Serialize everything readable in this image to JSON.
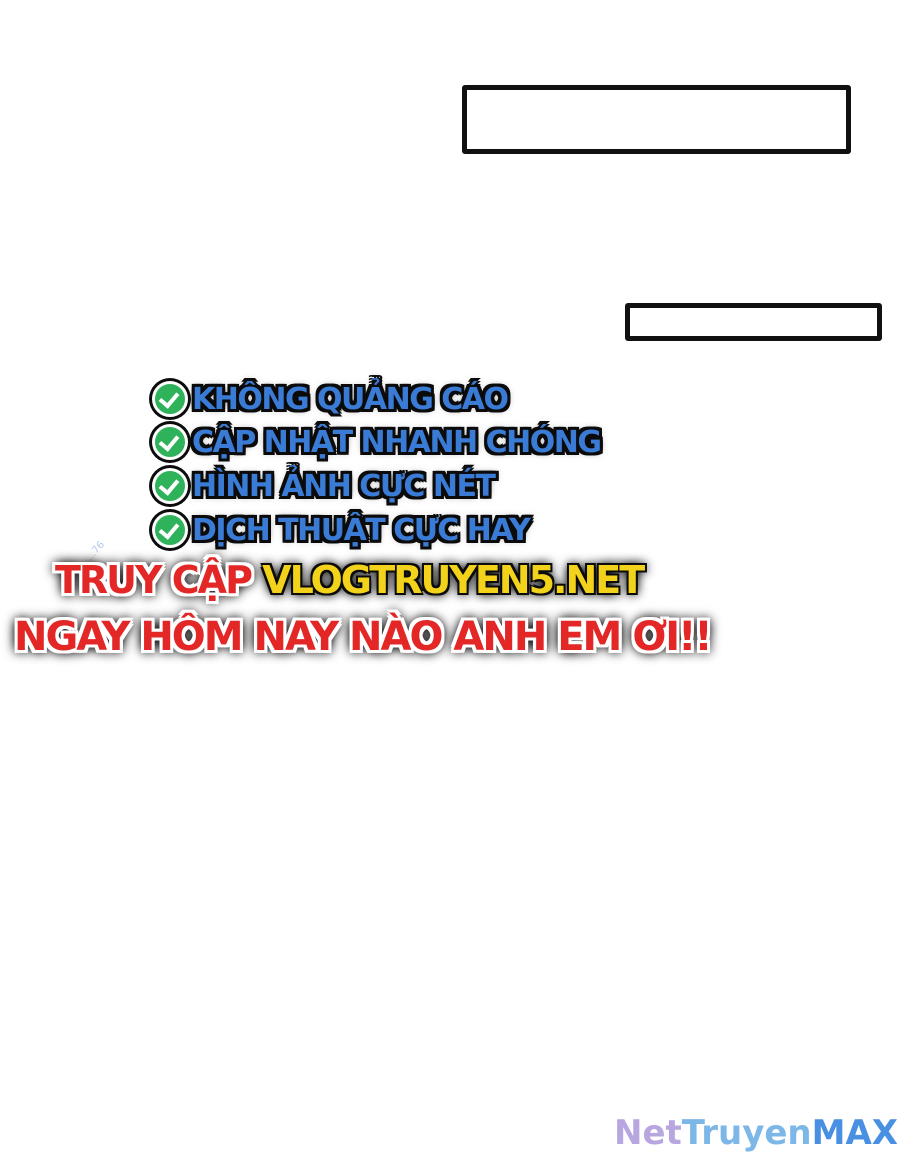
{
  "speech_bubbles": [
    {
      "text": ""
    },
    {
      "text": ""
    }
  ],
  "promo": {
    "features": [
      {
        "icon": "check-circle-icon",
        "label": "KHÔNG QUẢNG CÁO"
      },
      {
        "icon": "check-circle-icon",
        "label": "CẬP NHẬT NHANH CHÓNG"
      },
      {
        "icon": "check-circle-icon",
        "label": "HÌNH ẢNH CỰC NÉT"
      },
      {
        "icon": "check-circle-icon",
        "label": "DỊCH THUẬT CỰC HAY"
      }
    ],
    "cta_prefix": "TRUY CẬP",
    "cta_site": "VLOGTRUYEN5.NET",
    "cta_line2": "NGAY HÔM NAY NÀO ANH EM ƠI!!",
    "side_watermark": "...76",
    "colors": {
      "feature_text": "#3a7bd5",
      "check_green": "#2fb35a",
      "cta_red": "#e32626",
      "cta_yellow": "#f2d21b"
    }
  },
  "watermark": {
    "part1": "Net",
    "part2": "Truyen",
    "part3": "MAX"
  }
}
